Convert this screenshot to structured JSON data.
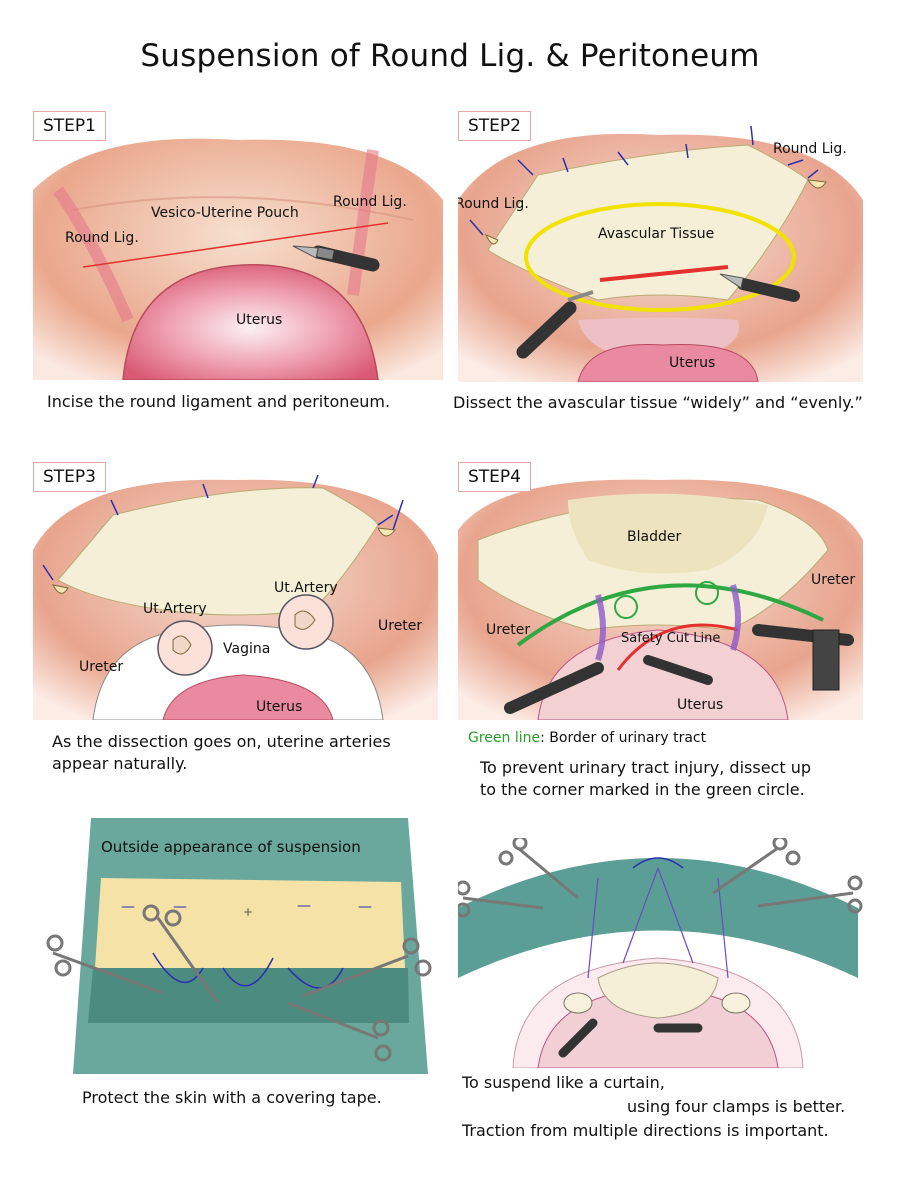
{
  "title": "Suspension of Round Lig. & Peritoneum",
  "steps": [
    {
      "label": "STEP1",
      "labels": {
        "pouch": "Vesico-Uterine Pouch",
        "round_left": "Round Lig.",
        "round_right": "Round Lig.",
        "uterus": "Uterus"
      },
      "caption": "Incise the round ligament and peritoneum."
    },
    {
      "label": "STEP2",
      "labels": {
        "round_left": "Round Lig.",
        "round_right": "Round Lig.",
        "avascular": "Avascular Tissue",
        "uterus": "Uterus"
      },
      "caption": "Dissect the avascular tissue “widely” and “evenly.”"
    },
    {
      "label": "STEP3",
      "labels": {
        "artery_left": "Ut.Artery",
        "artery_right": "Ut.Artery",
        "vagina": "Vagina",
        "ureter_left": "Ureter",
        "ureter_right": "Ureter",
        "uterus": "Uterus"
      },
      "caption_line1": "As the dissection goes on, uterine arteries",
      "caption_line2": "appear naturally."
    },
    {
      "label": "STEP4",
      "labels": {
        "bladder": "Bladder",
        "ureter_left": "Ureter",
        "ureter_right": "Ureter",
        "safety": "Safety Cut Line",
        "uterus": "Uterus"
      },
      "legend_key": "Green line",
      "legend_text": ": Border of urinary tract",
      "caption_line1": "To prevent urinary tract injury, dissect up",
      "caption_line2": "to the corner marked in the green circle."
    }
  ],
  "bottom_left": {
    "label": "Outside appearance of suspension",
    "caption": "Protect the skin with a covering tape."
  },
  "bottom_right": {
    "caption_line1": "To suspend like a curtain,",
    "caption_line2": "using four clamps is better.",
    "caption_line3": "Traction from multiple directions is important."
  },
  "colors": {
    "incision_red": "#e53030",
    "avascular_yellow": "#f2e200",
    "urinary_green": "#2fa844",
    "suture_blue": "#2b2fb0",
    "drape_teal": "#5a9e95",
    "tape_yellow": "#f5e2a6"
  }
}
